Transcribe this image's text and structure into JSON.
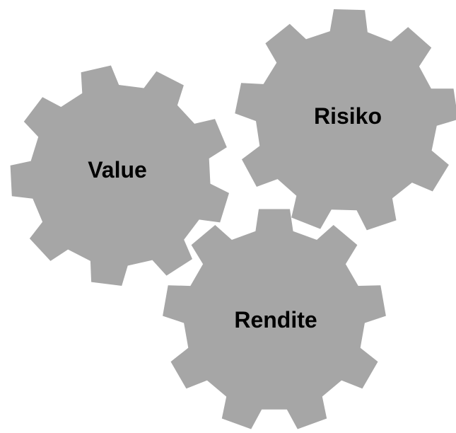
{
  "diagram": {
    "gear_color": "#a6a6a6",
    "label_color": "#000000",
    "gears": [
      {
        "id": "value",
        "label": "Value"
      },
      {
        "id": "risiko",
        "label": "Risiko"
      },
      {
        "id": "rendite",
        "label": "Rendite"
      }
    ]
  }
}
